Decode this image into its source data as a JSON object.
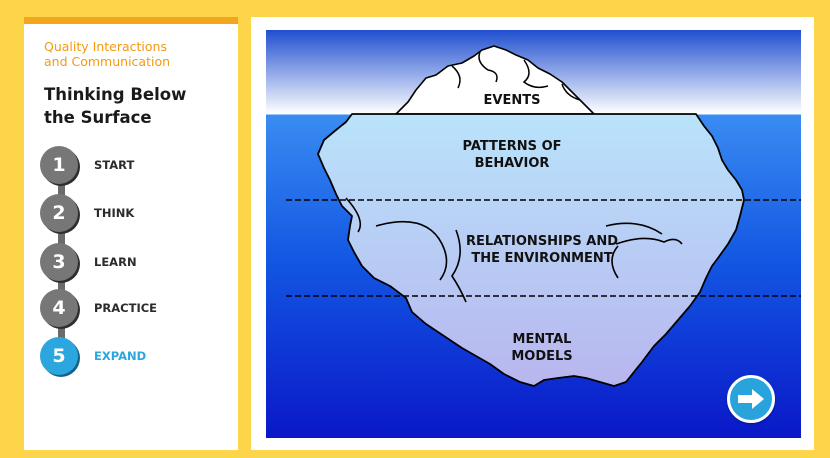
{
  "course": {
    "title_line1": "Quality Interactions",
    "title_line2": "and Communication"
  },
  "section": {
    "title_line1": "Thinking Below",
    "title_line2": "the Surface"
  },
  "steps": [
    {
      "number": "1",
      "label": "START"
    },
    {
      "number": "2",
      "label": "THINK"
    },
    {
      "number": "3",
      "label": "LEARN"
    },
    {
      "number": "4",
      "label": "PRACTICE"
    },
    {
      "number": "5",
      "label": "EXPAND",
      "active": true
    }
  ],
  "iceberg": {
    "events": "EVENTS",
    "patterns_line1": "PATTERNS OF",
    "patterns_line2": "BEHAVIOR",
    "relationships_line1": "RELATIONSHIPS AND",
    "relationships_line2": "THE ENVIRONMENT",
    "mental_line1": "MENTAL",
    "mental_line2": "MODELS"
  },
  "navigation": {
    "next_icon": "arrow-right-icon"
  },
  "colors": {
    "frame": "#fcd54a",
    "accent_orange": "#f39a12",
    "active_blue": "#2ca6de",
    "step_gray": "#777777"
  }
}
